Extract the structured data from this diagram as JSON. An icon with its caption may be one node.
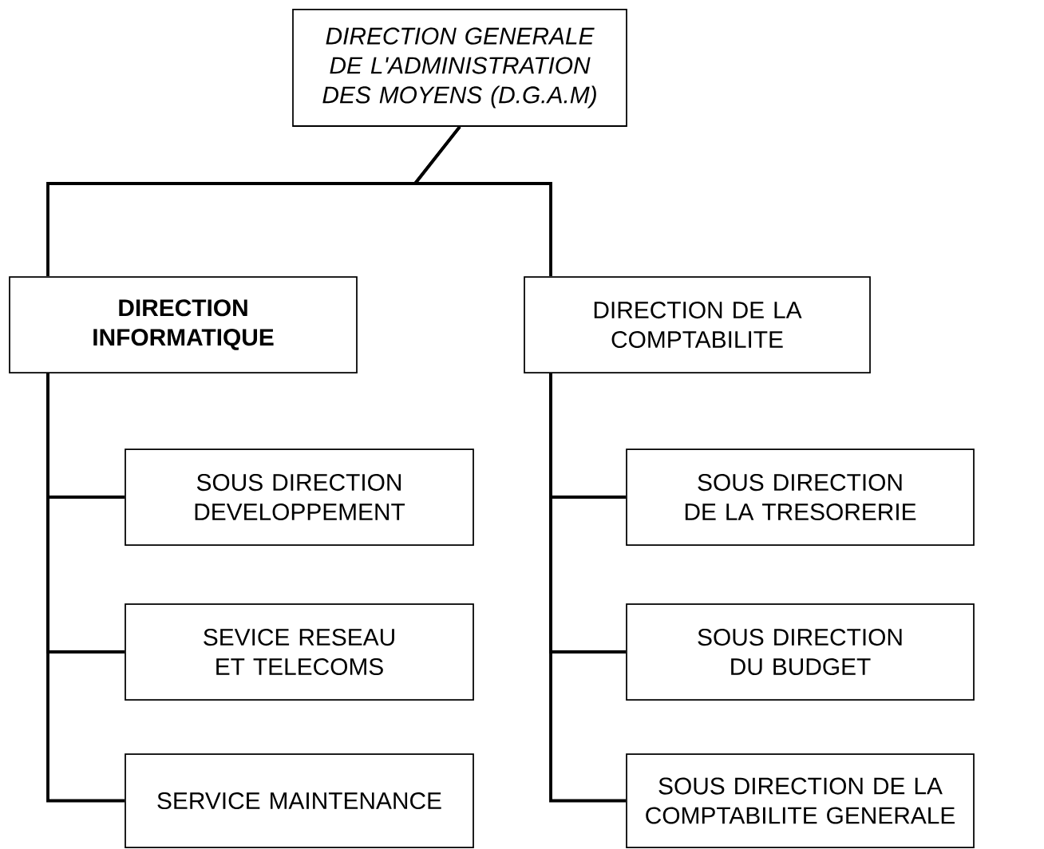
{
  "diagram": {
    "nodes": [
      {
        "text": [
          "DIRECTION GENERALE DE L'ADMINISTRATION DES MOYENS (D.G.A.M)"
        ]
      },
      {
        "text": [
          "DIRECTION INFORMATIQUE"
        ]
      },
      {
        "text": [
          "DIRECTION DE LA COMPTABILITE"
        ]
      },
      {
        "text": [
          "SOUS DIRECTION DEVELOPPEMENT"
        ]
      },
      {
        "text": [
          "SEVICE RESEAU ET TELECOMS"
        ]
      },
      {
        "text": [
          "SERVICE MAINTENANCE"
        ]
      },
      {
        "text": [
          "SOUS DIRECTION DE LA TRESORERIE"
        ]
      },
      {
        "text": [
          "SOUS DIRECTION DU BUDGET"
        ]
      },
      {
        "text": [
          "SOUS DIRECTION DE LA COMPTABILITE GENERALE"
        ]
      }
    ],
    "edges": [
      {
        "from": 0,
        "to": 1,
        "arrow": "none"
      },
      {
        "from": 0,
        "to": 2,
        "arrow": "none"
      },
      {
        "from": 1,
        "to": 3,
        "arrow": "none"
      },
      {
        "from": 1,
        "to": 4,
        "arrow": "none"
      },
      {
        "from": 1,
        "to": 5,
        "arrow": "none"
      },
      {
        "from": 2,
        "to": 6,
        "arrow": "none"
      },
      {
        "from": 2,
        "to": 7,
        "arrow": "none"
      },
      {
        "from": 2,
        "to": 8,
        "arrow": "none"
      }
    ]
  }
}
